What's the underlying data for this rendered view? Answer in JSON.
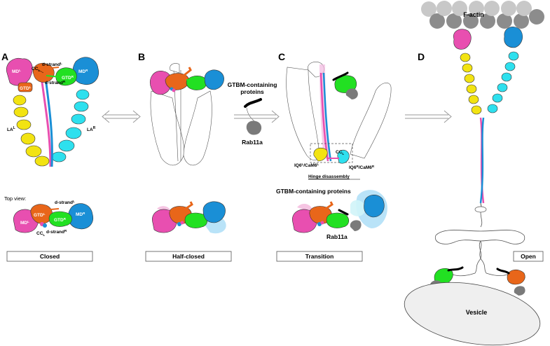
{
  "panels": [
    "A",
    "B",
    "C",
    "D"
  ],
  "labels": {
    "cc": "CC",
    "cc_sub": "L",
    "d_strand_l": "d-strand",
    "d_strand_l_sup": "L",
    "d_strand_r": "d-strand",
    "d_strand_r_sup": "R",
    "md_l": "MD",
    "md_l_sup": "L",
    "md_r": "MD",
    "md_r_sup": "R",
    "gtd_l": "GTD",
    "gtd_l_sup": "L",
    "gtd_r": "GTD",
    "gtd_r_sup": "R",
    "la_l": "LA",
    "la_l_sup": "L",
    "la_r": "LA",
    "la_r_sup": "R",
    "top_view": "Top view:",
    "gtbm_line1": "GTBM-containing",
    "gtbm_line2": "proteins",
    "rab11a": "Rab11a",
    "iq6_l": "IQ6",
    "iq6_l_sup": "L",
    "cam6_l": "/CaM6",
    "cam6_l_sup": "L",
    "iq6_r": "IQ6",
    "iq6_r_sup": "R",
    "cam6_r": "/CaM6",
    "cam6_r_sup": "R",
    "hinge": "Hinge disassembly",
    "gtbm_full": "GTBM-containing proteins",
    "rab11a_c": "Rab11a",
    "factin": "F-actin",
    "vesicle": "Vesicle"
  },
  "states": [
    "Closed",
    "Half-closed",
    "Transition",
    "Open"
  ],
  "colors": {
    "md_l": "#e84fb0",
    "md_r": "#1a8fd6",
    "gtd_l": "#e8661a",
    "gtd_r": "#22e022",
    "la_l": "#f2e312",
    "la_r": "#2ee0ee",
    "rab": "#7a7a7a",
    "actin_dark": "#8c8c8c",
    "actin_light": "#c8c8c8"
  }
}
